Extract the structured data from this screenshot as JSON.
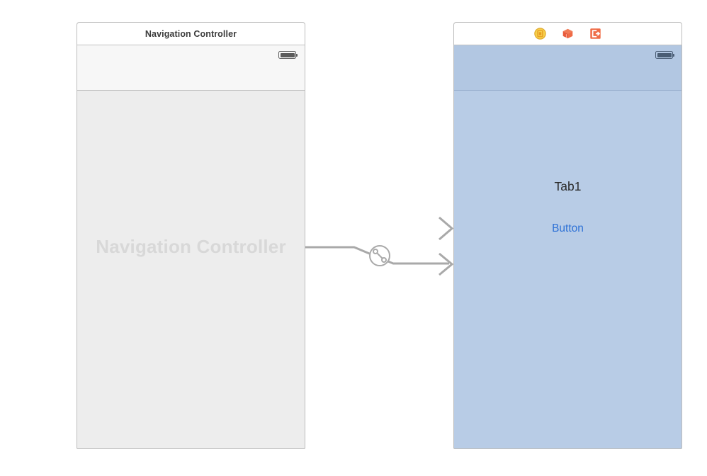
{
  "app": {
    "name": "Xcode Interface Builder Storyboard Canvas",
    "background_color": "#ffffff"
  },
  "scenes": [
    {
      "id": "navigation-controller",
      "dock_title": "Navigation Controller",
      "placeholder_label": "Navigation Controller",
      "status_bar": {
        "battery_icon": "battery-icon"
      },
      "colors": {
        "navbar": "#f7f7f7",
        "content": "#ededed",
        "border": "#bdbdbd",
        "placeholder_text": "#d8d8d8"
      }
    },
    {
      "id": "tab1-view-controller",
      "dock_icons": [
        {
          "name": "view-controller-icon",
          "color": "#f3c33c"
        },
        {
          "name": "first-responder-icon",
          "color": "#ef6b46"
        },
        {
          "name": "exit-icon",
          "color": "#ef6b46"
        }
      ],
      "status_bar": {
        "battery_icon": "battery-icon"
      },
      "labels": {
        "title": "Tab1",
        "button": "Button"
      },
      "colors": {
        "navbar": "#b2c7e2",
        "content": "#b8cce6",
        "border": "#bdbdbd",
        "title_text": "#2b2b2b",
        "button_text": "#2f72d6"
      }
    }
  ],
  "connections": {
    "stroke_color": "#a9a9a9",
    "segue_badge": {
      "name": "relationship-segue-icon",
      "label": ""
    },
    "arrows": [
      {
        "name": "segue-arrow-top"
      },
      {
        "name": "relationship-segue-arrow-bottom"
      }
    ]
  }
}
